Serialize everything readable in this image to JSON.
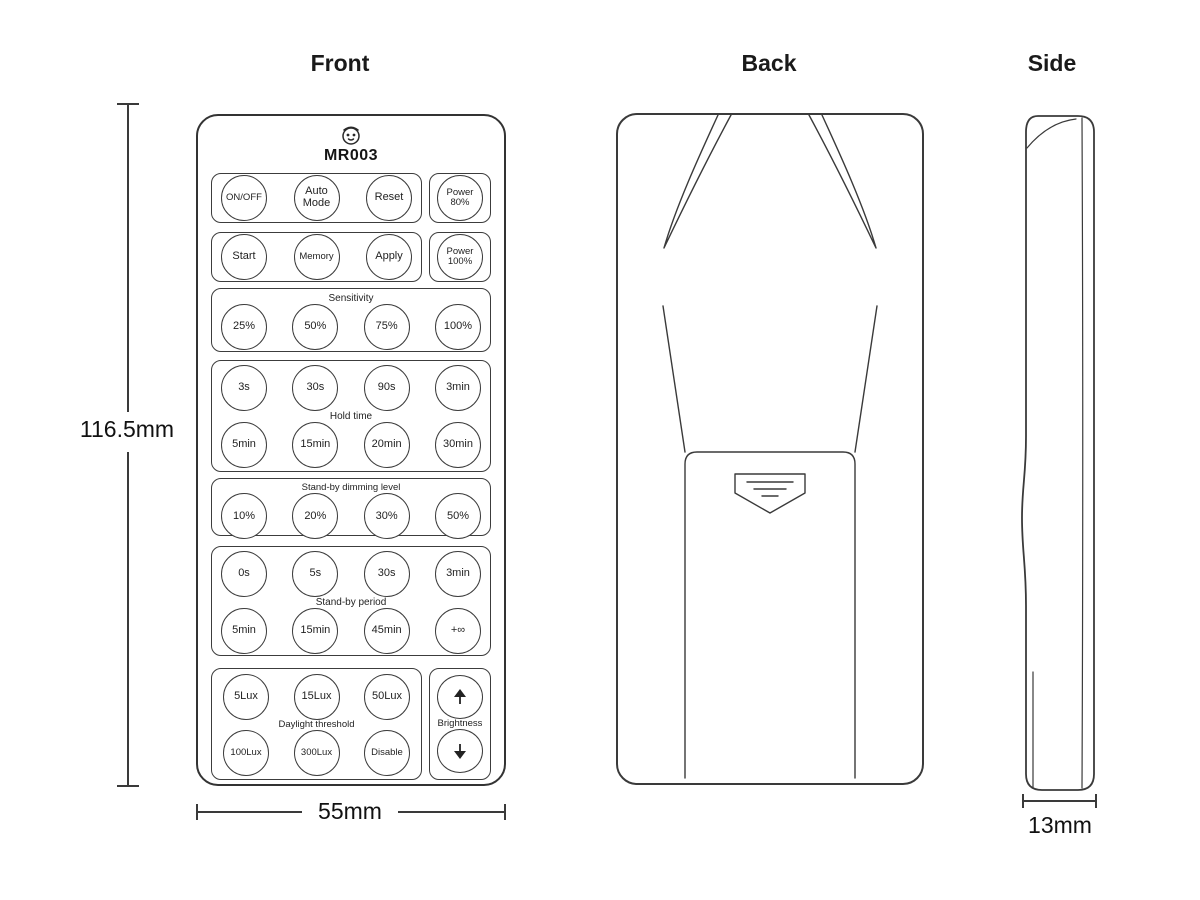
{
  "titles": {
    "front": "Front",
    "back": "Back",
    "side": "Side"
  },
  "device": {
    "model": "MR003"
  },
  "dimensions": {
    "height_label": "116.5mm",
    "width_label": "55mm",
    "depth_label": "13mm"
  },
  "front_panel": {
    "row1": {
      "buttons": [
        "ON/OFF",
        "Auto Mode",
        "Reset"
      ],
      "power_button": "Power 80%"
    },
    "row2": {
      "buttons": [
        "Start",
        "Memory",
        "Apply"
      ],
      "power_button": "Power 100%"
    },
    "sensitivity": {
      "label": "Sensitivity",
      "buttons": [
        "25%",
        "50%",
        "75%",
        "100%"
      ]
    },
    "hold_time": {
      "label": "Hold time",
      "row1": [
        "3s",
        "30s",
        "90s",
        "3min"
      ],
      "row2": [
        "5min",
        "15min",
        "20min",
        "30min"
      ]
    },
    "standby_dimming": {
      "label": "Stand-by dimming level",
      "buttons": [
        "10%",
        "20%",
        "30%",
        "50%"
      ]
    },
    "standby_period": {
      "label": "Stand-by period",
      "row1": [
        "0s",
        "5s",
        "30s",
        "3min"
      ],
      "row2": [
        "5min",
        "15min",
        "45min",
        "+∞"
      ]
    },
    "daylight_threshold": {
      "label": "Daylight threshold",
      "row1": [
        "5Lux",
        "15Lux",
        "50Lux"
      ],
      "row2": [
        "100Lux",
        "300Lux",
        "Disable"
      ]
    },
    "brightness": {
      "label": "Brightness",
      "up_icon": "arrow-up",
      "down_icon": "arrow-down"
    }
  },
  "icons": {
    "logo": "brand-logo",
    "battery_tab": "battery-cover-grip"
  },
  "colors": {
    "outline": "#3a3a3a",
    "text": "#1f1f1f",
    "background": "#ffffff"
  }
}
